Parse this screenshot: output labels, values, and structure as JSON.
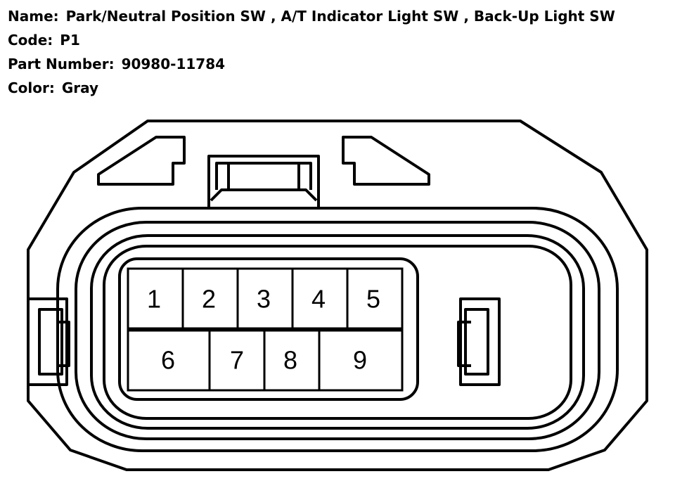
{
  "info": {
    "name_label": "Name:",
    "name_value": "Park/Neutral Position SW , A/T Indicator Light SW , Back-Up Light SW",
    "code_label": "Code:",
    "code_value": "P1",
    "part_label": "Part Number:",
    "part_value": "90980-11784",
    "color_label": "Color:",
    "color_value": "Gray"
  },
  "pins": {
    "row1": [
      "1",
      "2",
      "3",
      "4",
      "5"
    ],
    "row2": [
      "6",
      "7",
      "8",
      "9"
    ]
  }
}
